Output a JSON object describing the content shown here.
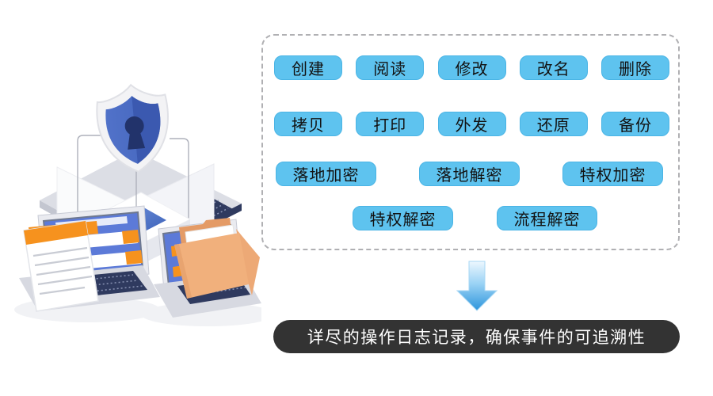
{
  "panel": {
    "rows": [
      [
        "创建",
        "阅读",
        "修改",
        "改名",
        "删除"
      ],
      [
        "拷贝",
        "打印",
        "外发",
        "还原",
        "备份"
      ],
      [
        "落地加密",
        "落地解密",
        "特权加密"
      ],
      [
        "特权解密",
        "流程解密"
      ]
    ]
  },
  "banner": {
    "text": "详尽的操作日志记录，确保事件的可追溯性"
  },
  "colors": {
    "pill_bg": "#5EC3EF",
    "pill_border": "#4AB4E5",
    "pill_text": "#121212",
    "dashed_border": "#B0B0B3",
    "banner_bg": "#333333",
    "banner_text": "#FFFFFF",
    "arrow_light": "#E6F4FD",
    "arrow_dark": "#2D95DC",
    "accent_orange": "#F6921E",
    "screen_blue": "#5C7AD8",
    "shield_blue": "#4A6BC4",
    "shield_blue_dark": "#3E5CB4",
    "keyboard_navy": "#2F3A5F",
    "folder_tan": "#EFAC7D"
  },
  "illustration": {
    "label": "data-security-shield-with-laptops",
    "icons": [
      "shield-lock-icon",
      "laptop-icon",
      "password-window-icon",
      "document-icon",
      "folder-icon"
    ]
  }
}
